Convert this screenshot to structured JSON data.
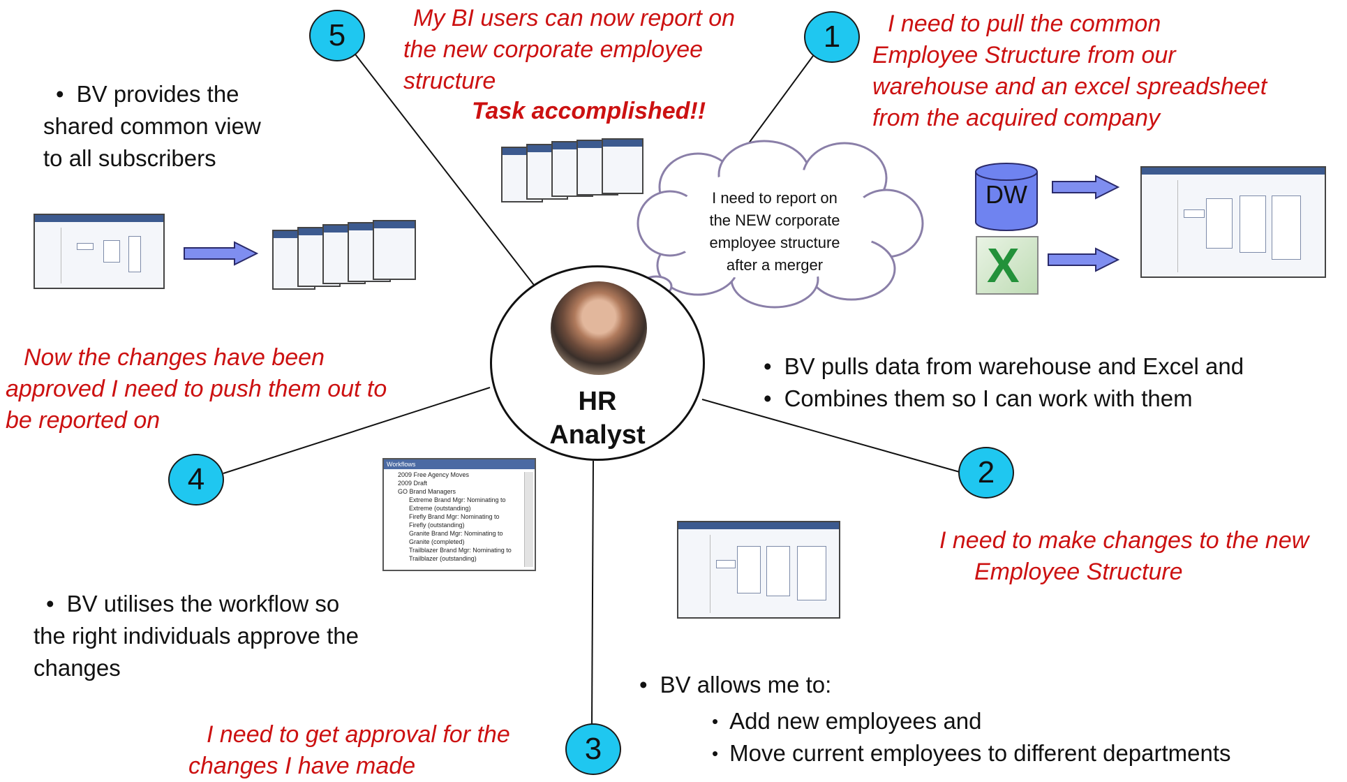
{
  "steps": [
    "1",
    "2",
    "3",
    "4",
    "5"
  ],
  "center": {
    "line1": "HR",
    "line2": "Analyst"
  },
  "cloud": {
    "text": [
      "I need to report on",
      "the NEW corporate",
      "employee structure",
      "after a merger"
    ]
  },
  "step1": {
    "quote": [
      "I need to pull the common",
      "Employee Structure from our",
      "warehouse and an excel spreadsheet",
      "from the acquired company"
    ],
    "dw_label": "DW"
  },
  "step2": {
    "bullets": [
      "BV pulls data from warehouse and Excel and",
      "Combines them so I can work with  them"
    ],
    "quote": [
      "I need to make changes to the new",
      "Employee Structure"
    ]
  },
  "step3": {
    "quote": [
      "I need to get approval for the",
      "changes I have made"
    ],
    "intro": "BV allows me to:",
    "bullets": [
      "Add new employees and",
      "Move current employees to different  departments"
    ]
  },
  "step4": {
    "quote": [
      "Now the changes have been",
      "approved I need to push them out to",
      "be reported on"
    ],
    "bullet": [
      "BV utilises the workflow so",
      "the right individuals approve the",
      "changes"
    ],
    "workflow": {
      "header": "Workflows",
      "items": [
        "2009 Free Agency Moves",
        "2009 Draft",
        "GO Brand Managers",
        "Extreme Brand Mgr: Nominating to",
        "Extreme (outstanding)",
        "Firefly Brand Mgr: Nominating to",
        "Firefly (outstanding)",
        "Granite Brand Mgr: Nominating to",
        "Granite (completed)",
        "Trailblazer Brand Mgr: Nominating to",
        "Trailblazer (outstanding)"
      ]
    }
  },
  "step5": {
    "quote": [
      "My BI users can now report on",
      "the new corporate employee",
      "structure"
    ],
    "accomplished": "Task accomplished!!",
    "bullet": [
      "BV provides the",
      "shared common view",
      "to all subscribers"
    ]
  },
  "colors": {
    "step_fill": "#1fc7f0",
    "quote_red": "#cc1111",
    "arrow_blue": "#7f8ef0",
    "cloud_stroke": "#8a7fa8",
    "db_fill": "#6f83f0"
  }
}
